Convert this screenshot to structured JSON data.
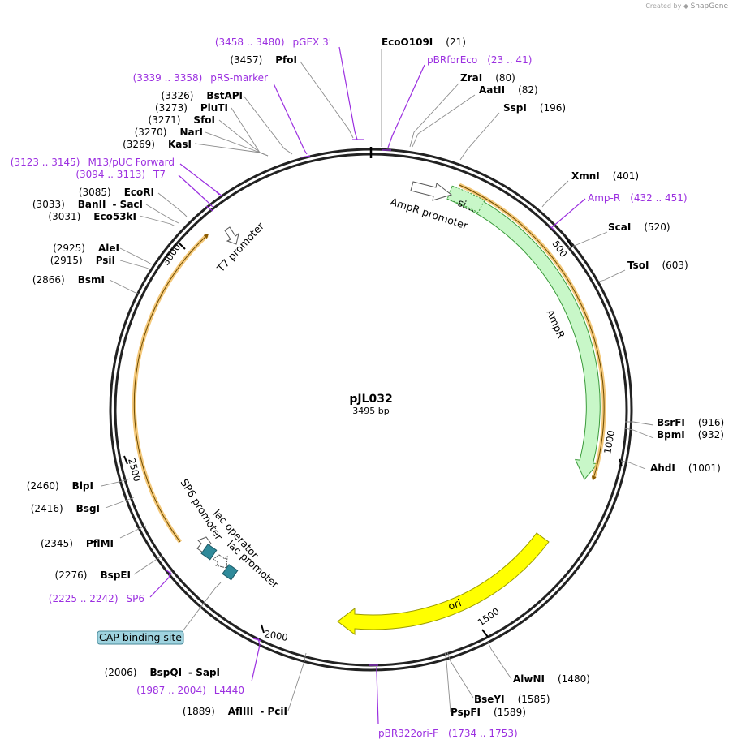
{
  "app": {
    "watermark_prefix": "Created by",
    "watermark_brand": "SnapGene"
  },
  "plasmid": {
    "name": "pJL032",
    "size_label": "3495 bp"
  },
  "ticks": [
    "500",
    "1000",
    "1500",
    "2000",
    "2500",
    "3000"
  ],
  "enzymes": [
    {
      "name": "EcoO109I",
      "pos": "(21)"
    },
    {
      "name": "ZraI",
      "pos": "(80)"
    },
    {
      "name": "AatII",
      "pos": "(82)"
    },
    {
      "name": "SspI",
      "pos": "(196)"
    },
    {
      "name": "XmnI",
      "pos": "(401)"
    },
    {
      "name": "ScaI",
      "pos": "(520)"
    },
    {
      "name": "TsoI",
      "pos": "(603)"
    },
    {
      "name": "BsrFI",
      "pos": "(916)"
    },
    {
      "name": "BpmI",
      "pos": "(932)"
    },
    {
      "name": "AhdI",
      "pos": "(1001)"
    },
    {
      "name": "AlwNI",
      "pos": "(1480)"
    },
    {
      "name": "BseYI",
      "pos": "(1585)"
    },
    {
      "name": "PspFI",
      "pos": "(1589)"
    },
    {
      "name": "AflIII",
      "name2": "PciI",
      "pos": "(1889)"
    },
    {
      "name": "BspQI",
      "name2": "SapI",
      "pos": "(2006)"
    },
    {
      "name": "BspEI",
      "pos": "(2276)"
    },
    {
      "name": "PflMI",
      "pos": "(2345)"
    },
    {
      "name": "BsgI",
      "pos": "(2416)"
    },
    {
      "name": "BlpI",
      "pos": "(2460)"
    },
    {
      "name": "BsmI",
      "pos": "(2866)"
    },
    {
      "name": "PsiI",
      "pos": "(2915)"
    },
    {
      "name": "AleI",
      "pos": "(2925)"
    },
    {
      "name": "Eco53kI",
      "pos": "(3031)"
    },
    {
      "name": "BanII",
      "name2": "SacI",
      "pos": "(3033)"
    },
    {
      "name": "EcoRI",
      "pos": "(3085)"
    },
    {
      "name": "KasI",
      "pos": "(3269)"
    },
    {
      "name": "NarI",
      "pos": "(3270)"
    },
    {
      "name": "SfoI",
      "pos": "(3271)"
    },
    {
      "name": "PluTI",
      "pos": "(3273)"
    },
    {
      "name": "BstAPI",
      "pos": "(3326)"
    },
    {
      "name": "PfoI",
      "pos": "(3457)"
    }
  ],
  "primers": [
    {
      "name": "pGEX 3'",
      "range": "(3458 .. 3480)"
    },
    {
      "name": "pBRforEco",
      "range": "(23 .. 41)"
    },
    {
      "name": "Amp-R",
      "range": "(432 .. 451)"
    },
    {
      "name": "pBR322ori-F",
      "range": "(1734 .. 1753)"
    },
    {
      "name": "L4440",
      "range": "(1987 .. 2004)"
    },
    {
      "name": "SP6",
      "range": "(2225 .. 2242)"
    },
    {
      "name": "T7",
      "range": "(3094 .. 3113)"
    },
    {
      "name": "M13/pUC Forward",
      "range": "(3123 .. 3145)"
    },
    {
      "name": "pRS-marker",
      "range": "(3339 .. 3358)"
    }
  ],
  "features": {
    "ampr_promoter": "AmpR promoter",
    "signal": "si…",
    "ampr": "AmpR",
    "ori": "ori",
    "sp6_promoter": "SP6 promoter",
    "lac_operator": "lac operator",
    "lac_promoter": "lac promoter",
    "t7_promoter": "T7 promoter",
    "cap_site": "CAP binding site"
  },
  "colors": {
    "backbone": "#222222",
    "primer": "#9b2fe0",
    "ampr_fill": "#c8f7c8",
    "ampr_stroke": "#3a9a3a",
    "ori_fill": "#ffff00",
    "ori_stroke": "#9a9a00",
    "orf_orange": "#f0b040",
    "lac_operator": "#2f8a9a",
    "cap_fill": "#9fd3df"
  }
}
